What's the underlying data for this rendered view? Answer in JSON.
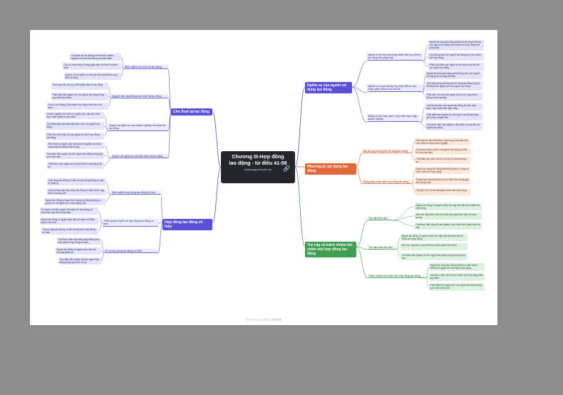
{
  "root": {
    "title": "Chương III-Hợp đồng lao động - từ điều 41-58",
    "site": "luatdungnguyenhoa34.com",
    "link_icon": "link-icon"
  },
  "footer": {
    "prefix": "Presented with",
    "brand": "xmind"
  },
  "colors": {
    "purple": "#5a4fd8",
    "orange": "#e06a3a",
    "green": "#3f9e52",
    "root": "#23252b"
  },
  "branches": {
    "cho_thue": {
      "label": "Cho thuê lại lao động",
      "subs": [
        {
          "label": "Định nghĩa cho thuê lại lao động",
          "leaves": [
            "Cho thuê lại lao động là hình thức doanh nghiệp cho thuê lao động cho bên khác",
            "Cần có hợp đồng rõ ràng giữa bên cho thuê và bên thuê",
            "Quyền lợi và nghĩa vụ của các bên phải được quy định rõ ràng"
          ]
        },
        {
          "label": "Nguyên tắc hoạt động cho thuê lại lao động",
          "leaves": [
            "Cần tuân thủ các quy định pháp luật về lao động",
            "Phải đảm bảo quyền lợi cho người lao động trong quá trình cho thuê",
            "Cần có sự đồng ý của người lao động trước khi cho thuê"
          ]
        },
        {
          "label": "Quyền và nghĩa vụ của doanh nghiệp cho thuê lại lao động",
          "leaves": [
            "Doanh nghiệp cho thuê có quyền yêu cầu bên thuê thực hiện nghĩa vụ tài chính",
            "Cần đảm bảo các điều kiện làm việc cho người lao động",
            "Phải thực hiện đầy đủ các nghĩa vụ theo hợp đồng lao động"
          ]
        },
        {
          "label": "Quyền và nghĩa vụ của bên thuê lại lao động",
          "leaves": [
            "Bên thuê có quyền yêu cầu doanh nghiệp cho thuê cung cấp lao động chất lượng",
            "Cần đảm bảo quyền lợi cho người lao động trong quá trình làm việc",
            "Phải thực hiện nghĩa vụ tài chính theo hợp đồng đã ký"
          ]
        }
      ]
    },
    "hop_dong": {
      "label": "Hợp đồng lao động vô hiệu",
      "subs": [
        {
          "label": "Định nghĩa hợp đồng lao động vô hiệu",
          "leaves": [
            "Hợp đồng lao động vô hiệu là hợp đồng không có giá trị pháp lý",
            "Các trường hợp hợp đồng lao động vô hiệu được quy định rõ trong luật",
            "Người lao động và người sử dụng lao động không có quyền lợi và nghĩa vụ từ hợp đồng này"
          ]
        },
        {
          "label": "Thẩm quyền tuyên bố hợp đồng lao động vô hiệu",
          "leaves": [
            "Cơ quan có thẩm quyền sẽ tuyên bố hợp đồng vô hiệu theo quy định pháp luật",
            "Người lao động có quyền yêu cầu cơ quan có thẩm quyền xem xét",
            "Cần có đầy đủ chứng cứ để chứng minh hợp đồng vô hiệu"
          ]
        },
        {
          "label": "Xử lý hợp đồng lao động vô hiệu",
          "leaves": [
            "Cần thực hiện các biện pháp khắc phục hậu quả từ hợp đồng vô hiệu",
            "Người lao động có quyền yêu cầu bồi thường thiệt hại",
            "Cần đảm bảo quyền lợi cho người lao động trong quá trình xử lý"
          ]
        }
      ]
    },
    "nghia_vu": {
      "label": "Nghĩa vụ của người sử dụng lao động",
      "subs": [
        {
          "label": "Nghĩa vụ khi đơn phương chấm dứt hợp đồng lao động trái pháp luật",
          "leaves": [
            "Người sử dụng lao động phải bồi thường thiệt hại cho người lao động nếu chấm dứt hợp đồng trái pháp luật",
            "Cần thông báo cho người lao động về lý do chấm dứt hợp đồng",
            "Phải thực hiện các nghĩa vụ tài chính còn lại đối với người lao động"
          ]
        },
        {
          "label": "Nghĩa vụ trong trường hợp thay đổi cơ cấu, công nghệ hoặc lý do kinh tế",
          "leaves": [
            "Người sử dụng lao động phải thông báo cho người lao động về sự thay đổi này",
            "Cần xây dựng phương án sử dụng lao động hợp lý để đảm bảo quyền lợi cho người lao động",
            "Phải xem xét các biện pháp hỗ trợ cho người lao động bị ảnh hưởng"
          ]
        },
        {
          "label": "Nghĩa vụ khi chia, tách, hợp nhất, sáp nhập doanh nghiệp",
          "leaves": [
            "Cần thông báo cho người lao động về việc chia, tách, hợp nhất hoặc sáp nhập",
            "Phải đảm bảo quyền lợi của người lao động trong quá trình chuyển đổi",
            "Cần thực hiện các nghĩa vụ tài chính còn lại đối với người lao động"
          ]
        }
      ]
    },
    "phuong_an": {
      "label": "Phương án sử dụng lao động",
      "subs": [
        {
          "label": "Xây dựng phương án sử dụng lao động",
          "leaves": [
            "Phương án cần phải được xây dựng dựa trên tình hình thực tế của doanh nghiệp",
            "Cần tham khảo ý kiến của người lao động và các tổ chức đại diện",
            "Phải đảm bảo tính khả thi và hợp lý của phương án"
          ]
        },
        {
          "label": "Thông báo chấm dứt hợp đồng lao động",
          "leaves": [
            "Người sử dụng lao động phải thông báo rõ ràng về việc chấm dứt hợp đồng",
            "Thông báo cần phải được thực hiện theo đúng quy định pháp luật",
            "Cần ghi rõ lý do và thời gian chấm dứt hợp đồng"
          ]
        }
      ]
    },
    "tro_cap": {
      "label": "Trợ cấp và trách nhiệm khi chấm dứt hợp đồng lao động",
      "subs": [
        {
          "label": "Trợ cấp thôi việc",
          "leaves": [
            "Người lao động có quyền nhận trợ cấp thôi việc khi chấm dứt hợp đồng",
            "Mức trợ cấp được tính dựa trên thời gian làm việc và mức lương",
            "Cần thực hiện đầy đủ các nghĩa vụ tài chính liên quan đến trợ cấp"
          ]
        },
        {
          "label": "Trợ cấp mất việc làm",
          "leaves": [
            "Người lao động có quyền nhận trợ cấp mất việc làm nếu bị chấm dứt hợp đồng",
            "Mức trợ cấp được quy định theo luật pháp hiện hành",
            "Cần đảm bảo quyền lợi cho người lao động trong trường hợp này"
          ]
        },
        {
          "label": "Trách nhiệm khi chấm dứt hợp đồng lao động",
          "leaves": [
            "Người sử dụng lao động phải thực hiện trách nhiệm về quyền lợi của người lao động",
            "Cần thực hiện các thủ tục chấm dứt hợp đồng theo quy định",
            "Phải đảm bảo quyền lợi cho người lao động trong quá trình chấm dứt"
          ]
        }
      ]
    }
  }
}
